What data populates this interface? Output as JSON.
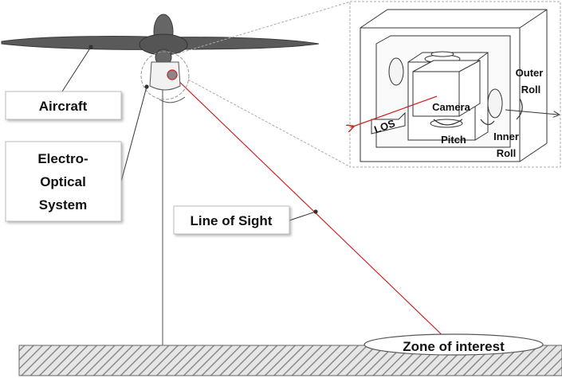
{
  "labels": {
    "aircraft": "Aircraft",
    "eo_line1": "Electro-",
    "eo_line2": "Optical",
    "eo_line3": "System",
    "line_of_sight": "Line of Sight",
    "zone": "Zone of interest"
  },
  "gimbal": {
    "camera": "Camera",
    "los": "LOS",
    "pitch": "Pitch",
    "inner_roll_1": "Inner",
    "inner_roll_2": "Roll",
    "outer_roll_1": "Outer",
    "outer_roll_2": "Roll"
  },
  "colors": {
    "line_of_sight": "#cc2222",
    "airframe": "#5a5a5a",
    "ground_hatch": "#8a8a8a"
  }
}
